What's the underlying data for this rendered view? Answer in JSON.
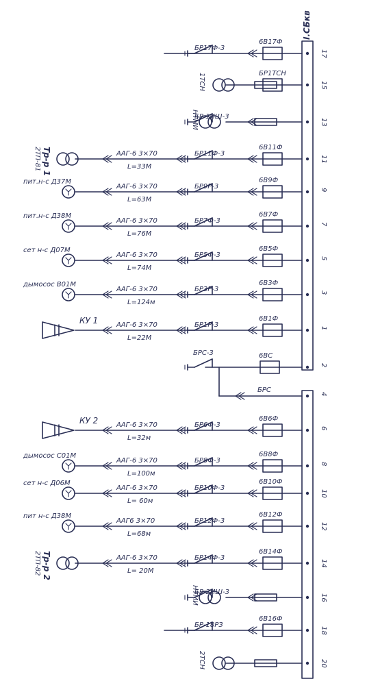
{
  "bus": {
    "section1": "I.СБкв"
  },
  "rows": [
    {
      "no": "17",
      "cell": "6В17Ф",
      "sw": "БР17Ф-3",
      "cable": "",
      "len": "",
      "load": "",
      "kind": "empty"
    },
    {
      "no": "15",
      "cell": "БР1ТСН",
      "sw": "",
      "cable": "",
      "len": "",
      "load": "1ТСН",
      "kind": "tsn"
    },
    {
      "no": "13",
      "cell": "",
      "sw": "БР 1ИШ-3",
      "cable": "",
      "len": "",
      "load": "НТМИ",
      "kind": "vt"
    },
    {
      "no": "11",
      "cell": "6В11Ф",
      "sw": "БР11Ф-3",
      "cable": "ААГ-6 3×70",
      "len": "L=33М",
      "load": "Тр-р 1",
      "load2": "2ТП-81",
      "kind": "trafo"
    },
    {
      "no": "9",
      "cell": "6В9Ф",
      "sw": "БР9Р-3",
      "cable": "ААГ-6 3×70",
      "len": "L=63М",
      "load": "пит.н-с Д37М",
      "kind": "motor"
    },
    {
      "no": "7",
      "cell": "6В7Ф",
      "sw": "БР7Ф-3",
      "cable": "ААГ-6 3×70",
      "len": "L=76М",
      "load": "пит.н-с Д38М",
      "kind": "motor"
    },
    {
      "no": "5",
      "cell": "6В5Ф",
      "sw": "БР5Ф-3",
      "cable": "ААГ-6 3×70",
      "len": "L=74М",
      "load": "сет н-с Д07М",
      "kind": "motor"
    },
    {
      "no": "3",
      "cell": "6В3Ф",
      "sw": "БР3Р-3",
      "cable": "ААГ-6 3×70",
      "len": "L=124м",
      "load": "дымосос В01М",
      "kind": "motor"
    },
    {
      "no": "1",
      "cell": "6В1Ф",
      "sw": "БР1Р-3",
      "cable": "ААГ-6 3×70",
      "len": "L=22М",
      "load": "КУ 1",
      "kind": "cap"
    },
    {
      "no": "2",
      "cell": "6ВС",
      "sw": "БРС-3",
      "cable": "",
      "len": "",
      "load": "",
      "kind": "sect"
    },
    {
      "no": "4",
      "cell": "БРС",
      "sw": "",
      "cable": "",
      "len": "",
      "load": "",
      "kind": "tie"
    },
    {
      "no": "6",
      "cell": "6В6Ф",
      "sw": "БР6Ф-3",
      "cable": "ААГ-6 3×70",
      "len": "L=32м",
      "load": "КУ 2",
      "kind": "cap"
    },
    {
      "no": "8",
      "cell": "6В8Ф",
      "sw": "БР8Ф-3",
      "cable": "ААГ-6 3×70",
      "len": "L=100м",
      "load": "дымосос С01М",
      "kind": "motor"
    },
    {
      "no": "10",
      "cell": "6В10Ф",
      "sw": "БР10Ф-3",
      "cable": "ААГ-6 3×70",
      "len": "L= 60м",
      "load": "сет н-с Д06М",
      "kind": "motor"
    },
    {
      "no": "12",
      "cell": "6В12Ф",
      "sw": "БР12Ф-3",
      "cable": "ААГ6 3×70",
      "len": "L=68м",
      "load": "пит н-с Д38М",
      "kind": "motor"
    },
    {
      "no": "14",
      "cell": "6В14Ф",
      "sw": "БР14Ф-3",
      "cable": "ААГ-6 3×70",
      "len": "L= 20М",
      "load": "Тр-р 2",
      "load2": "2ТП-82",
      "kind": "trafo"
    },
    {
      "no": "16",
      "cell": "",
      "sw": "БР-2ИШ-3",
      "cable": "",
      "len": "",
      "load": "НТМИ",
      "kind": "vt"
    },
    {
      "no": "18",
      "cell": "6В16Ф",
      "sw": "БР-18РЗ",
      "cable": "",
      "len": "",
      "load": "",
      "kind": "empty"
    },
    {
      "no": "20",
      "cell": "",
      "sw": "",
      "cable": "",
      "len": "",
      "load": "2ТСН",
      "kind": "tsn"
    }
  ]
}
